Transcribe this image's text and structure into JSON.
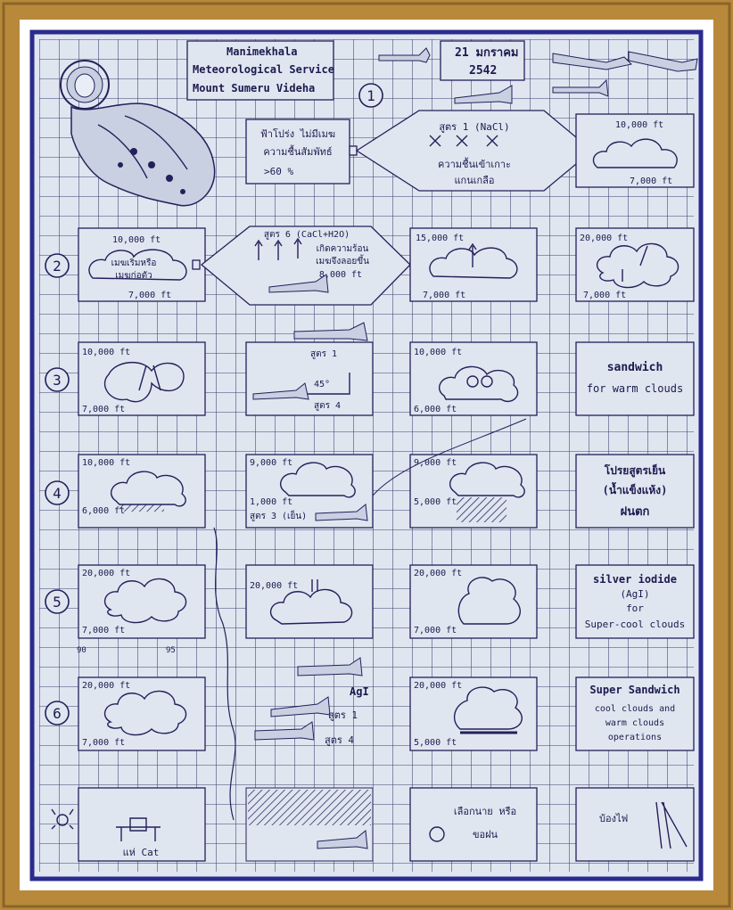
{
  "header": {
    "org_line1": "Manimekhala",
    "org_line2": "Meteorological Service",
    "org_line3": "Mount Sumeru Videha",
    "date_line1": "21 มกราคม",
    "date_line2": "2542"
  },
  "steps": [
    "1",
    "2",
    "3",
    "4",
    "5",
    "6"
  ],
  "row1": {
    "condition_text": [
      "ฟ้าโปร่ง ไม่มีเมฆ",
      "ความชื้นสัมพัทธ์",
      ">60 %"
    ],
    "formula_title": "สูตร 1 (NaCl)",
    "formula_text": [
      "ความชื้นเข้าเกาะ",
      "แกนเกลือ"
    ],
    "cloud_top": "10,000 ft",
    "cloud_base": "7,000 ft"
  },
  "row2": {
    "top": "10,000 ft",
    "cloud_text": [
      "เมฆเริ่มหรือ",
      "เมฆก่อตัว"
    ],
    "base": "7,000 ft",
    "formula_title": "สูตร 6 (CaCl+H2O)",
    "formula_text": [
      "เกิดความร้อน",
      "เมฆจึงลอยขึ้น"
    ],
    "formula_alt": "8,000 ft",
    "mid_top": "15,000 ft",
    "mid_base": "7,000 ft",
    "right_top": "20,000 ft",
    "right_base": "7,000 ft"
  },
  "row3": {
    "left_top": "10,000 ft",
    "left_base": "7,000 ft",
    "formula_a": "สูตร 1",
    "angle": "45°",
    "formula_b": "สูตร 4",
    "mid_top": "10,000 ft",
    "mid_base": "6,000 ft",
    "right_title": "sandwich",
    "right_sub": "for warm clouds"
  },
  "row4": {
    "left_top": "10,000 ft",
    "left_base": "6,000 ft",
    "center_top": "9,000 ft",
    "center_base": "1,000 ft",
    "center_formula": "สูตร 3 (เย็น)",
    "mid_top": "9,000 ft",
    "mid_base": "5,000 ft",
    "right_text": [
      "โปรยสูตรเย็น",
      "(น้ำแข็งแห้ง)",
      "ฝนตก"
    ]
  },
  "row5": {
    "left_top": "20,000 ft",
    "left_base": "7,000 ft",
    "center_top": "20,000 ft",
    "mid_top": "20,000 ft",
    "mid_base": "7,000 ft",
    "right_text": [
      "silver iodide",
      "(AgI)",
      "for",
      "Super-cool clouds"
    ],
    "axis_labels": [
      "90",
      "95"
    ]
  },
  "row6": {
    "left_top": "20,000 ft",
    "left_base": "7,000 ft",
    "agi": "AgI",
    "formula_a": "สูตร 1",
    "formula_b": "สูตร 4",
    "mid_top": "20,000 ft",
    "mid_base": "5,000 ft",
    "right_title": "Super Sandwich",
    "right_text": [
      "cool clouds and",
      "warm clouds",
      "operations"
    ]
  },
  "row7": {
    "cat_label": "แห่ Cat",
    "frog_text": [
      "เลือกนาย หรือ",
      "ขอฝน"
    ],
    "rocket_text": "บ้องไฟ"
  },
  "colors": {
    "gold_frame": "#b8893a",
    "navy_border": "#2a2b8c",
    "paper": "#dfe6f0",
    "ink": "#24205a"
  }
}
